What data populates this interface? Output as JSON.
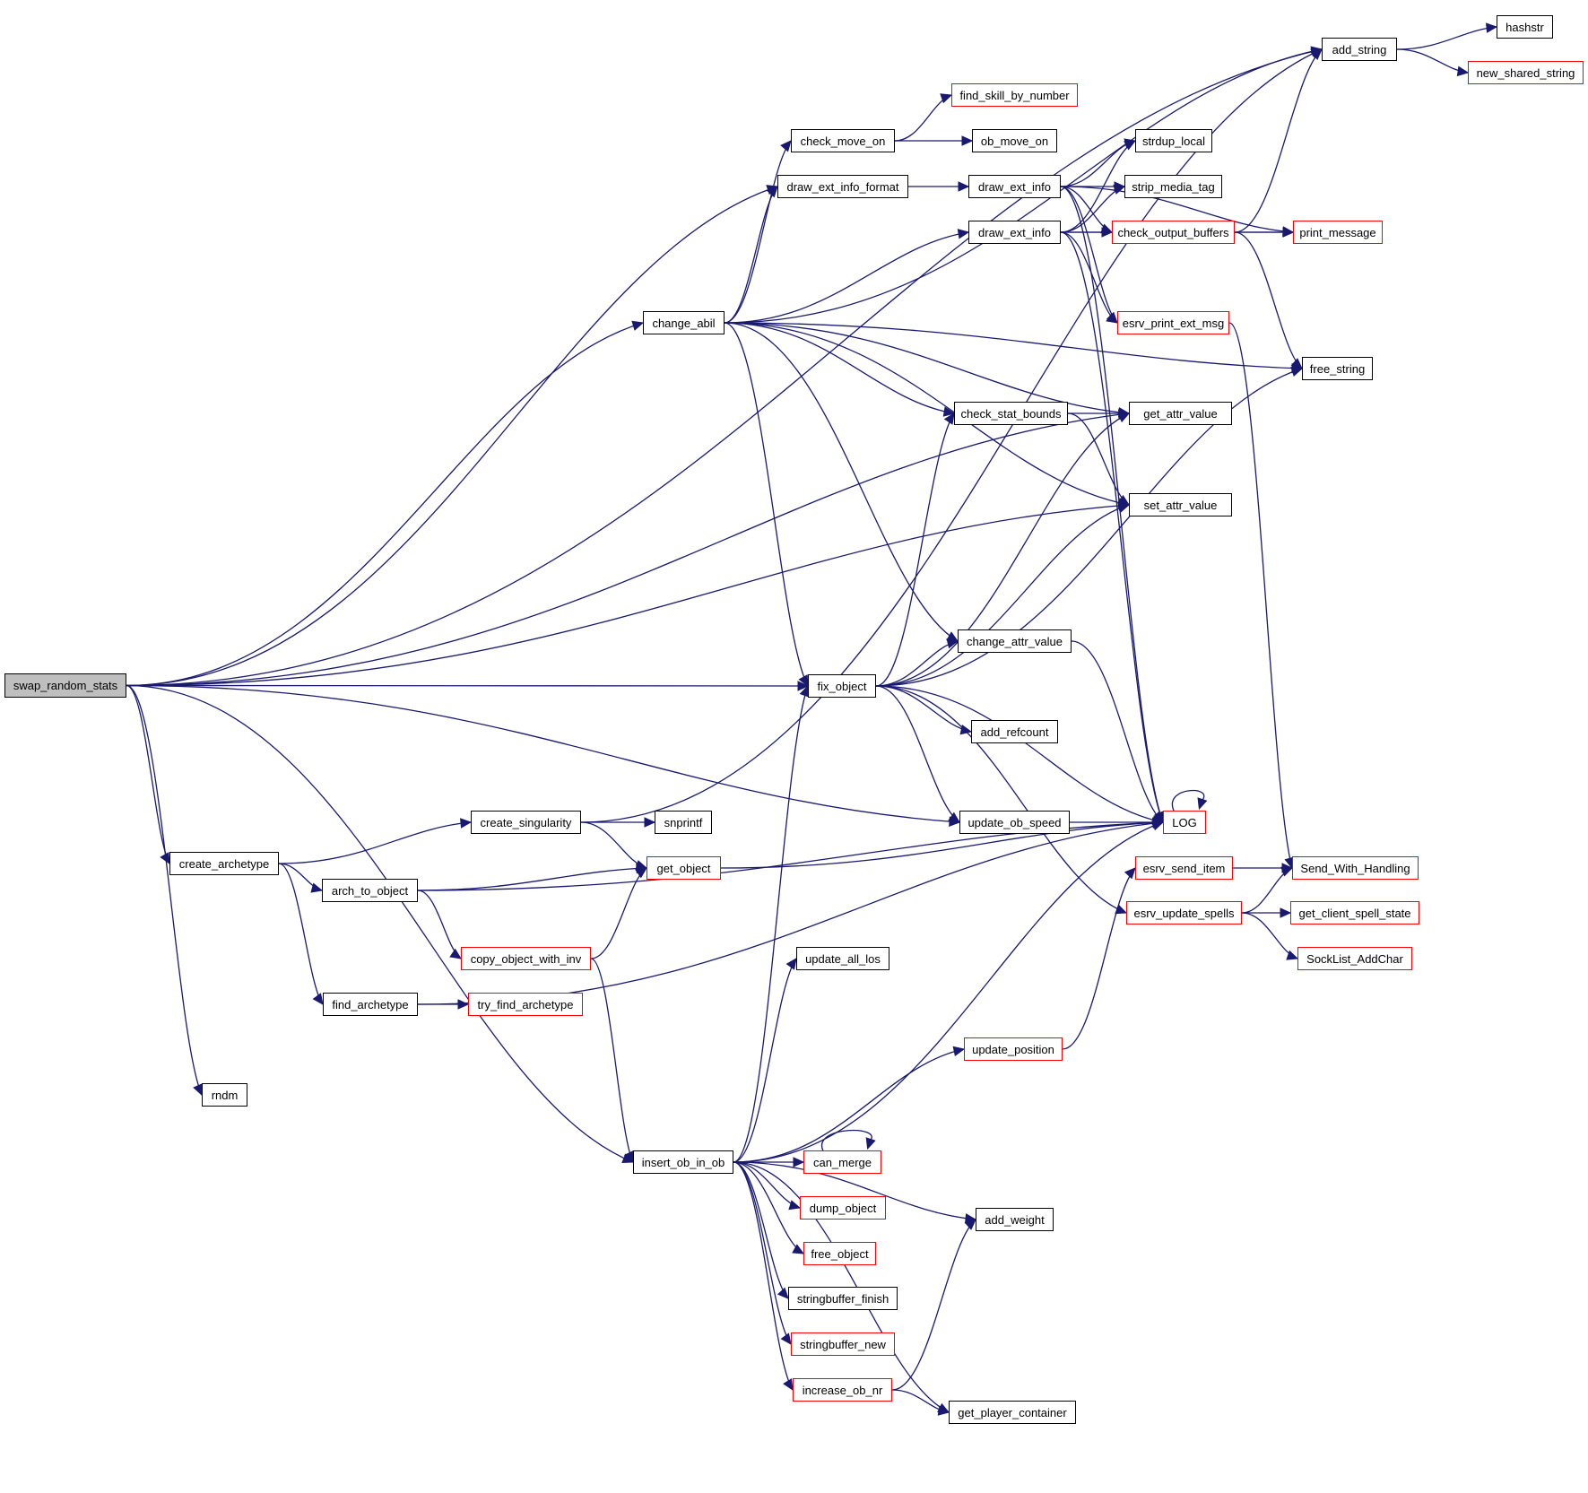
{
  "title": "swap_random_stats call graph",
  "colors": {
    "edge": "#191970",
    "node_border": "#000000",
    "node_border_incomplete": "#ff0000",
    "root_fill": "#bfbfbf",
    "background": "#ffffff"
  },
  "nodes": {
    "swap_random_stats": {
      "label": "swap_random_stats",
      "style": "root"
    },
    "add_string": {
      "label": "add_string",
      "style": "normal"
    },
    "hashstr": {
      "label": "hashstr",
      "style": "normal"
    },
    "new_shared_string": {
      "label": "new_shared_string",
      "style": "incomplete"
    },
    "find_skill_by_number": {
      "label": "find_skill_by_number",
      "style": "incomplete"
    },
    "check_move_on": {
      "label": "check_move_on",
      "style": "normal"
    },
    "ob_move_on": {
      "label": "ob_move_on",
      "style": "normal"
    },
    "strdup_local": {
      "label": "strdup_local",
      "style": "normal"
    },
    "draw_ext_info_format": {
      "label": "draw_ext_info_format",
      "style": "normal"
    },
    "draw_ext_info_1": {
      "label": "draw_ext_info",
      "style": "normal"
    },
    "strip_media_tag": {
      "label": "strip_media_tag",
      "style": "normal"
    },
    "draw_ext_info_2": {
      "label": "draw_ext_info",
      "style": "normal"
    },
    "check_output_buffers": {
      "label": "check_output_buffers",
      "style": "incomplete"
    },
    "print_message": {
      "label": "print_message",
      "style": "incomplete"
    },
    "change_abil": {
      "label": "change_abil",
      "style": "normal"
    },
    "esrv_print_ext_msg": {
      "label": "esrv_print_ext_msg",
      "style": "incomplete"
    },
    "free_string": {
      "label": "free_string",
      "style": "normal"
    },
    "check_stat_bounds": {
      "label": "check_stat_bounds",
      "style": "normal"
    },
    "get_attr_value": {
      "label": "get_attr_value",
      "style": "normal"
    },
    "set_attr_value": {
      "label": "set_attr_value",
      "style": "normal"
    },
    "change_attr_value": {
      "label": "change_attr_value",
      "style": "normal"
    },
    "fix_object": {
      "label": "fix_object",
      "style": "normal"
    },
    "add_refcount": {
      "label": "add_refcount",
      "style": "normal"
    },
    "create_singularity": {
      "label": "create_singularity",
      "style": "normal"
    },
    "snprintf": {
      "label": "snprintf",
      "style": "normal"
    },
    "update_ob_speed": {
      "label": "update_ob_speed",
      "style": "normal"
    },
    "LOG": {
      "label": "LOG",
      "style": "incomplete"
    },
    "create_archetype": {
      "label": "create_archetype",
      "style": "normal"
    },
    "get_object": {
      "label": "get_object",
      "style": "incomplete"
    },
    "esrv_send_item": {
      "label": "esrv_send_item",
      "style": "incomplete"
    },
    "Send_With_Handling": {
      "label": "Send_With_Handling",
      "style": "incomplete"
    },
    "arch_to_object": {
      "label": "arch_to_object",
      "style": "normal"
    },
    "esrv_update_spells": {
      "label": "esrv_update_spells",
      "style": "incomplete"
    },
    "get_client_spell_state": {
      "label": "get_client_spell_state",
      "style": "incomplete"
    },
    "copy_object_with_inv": {
      "label": "copy_object_with_inv",
      "style": "incomplete"
    },
    "update_all_los": {
      "label": "update_all_los",
      "style": "normal"
    },
    "SockList_AddChar": {
      "label": "SockList_AddChar",
      "style": "incomplete"
    },
    "find_archetype": {
      "label": "find_archetype",
      "style": "normal"
    },
    "try_find_archetype": {
      "label": "try_find_archetype",
      "style": "incomplete"
    },
    "update_position": {
      "label": "update_position",
      "style": "incomplete"
    },
    "rndm": {
      "label": "rndm",
      "style": "normal"
    },
    "insert_ob_in_ob": {
      "label": "insert_ob_in_ob",
      "style": "normal"
    },
    "can_merge": {
      "label": "can_merge",
      "style": "incomplete"
    },
    "dump_object": {
      "label": "dump_object",
      "style": "incomplete"
    },
    "add_weight": {
      "label": "add_weight",
      "style": "normal"
    },
    "free_object": {
      "label": "free_object",
      "style": "incomplete"
    },
    "stringbuffer_finish": {
      "label": "stringbuffer_finish",
      "style": "normal"
    },
    "stringbuffer_new": {
      "label": "stringbuffer_new",
      "style": "incomplete"
    },
    "increase_ob_nr": {
      "label": "increase_ob_nr",
      "style": "incomplete"
    },
    "get_player_container": {
      "label": "get_player_container",
      "style": "normal"
    }
  },
  "edges": [
    [
      "swap_random_stats",
      "add_string"
    ],
    [
      "swap_random_stats",
      "draw_ext_info_format"
    ],
    [
      "swap_random_stats",
      "change_abil"
    ],
    [
      "swap_random_stats",
      "get_attr_value"
    ],
    [
      "swap_random_stats",
      "set_attr_value"
    ],
    [
      "swap_random_stats",
      "fix_object"
    ],
    [
      "swap_random_stats",
      "update_ob_speed"
    ],
    [
      "swap_random_stats",
      "create_archetype"
    ],
    [
      "swap_random_stats",
      "insert_ob_in_ob"
    ],
    [
      "swap_random_stats",
      "rndm"
    ],
    [
      "add_string",
      "hashstr"
    ],
    [
      "add_string",
      "new_shared_string"
    ],
    [
      "check_move_on",
      "find_skill_by_number"
    ],
    [
      "check_move_on",
      "ob_move_on"
    ],
    [
      "draw_ext_info_format",
      "draw_ext_info_1"
    ],
    [
      "draw_ext_info_1",
      "strdup_local"
    ],
    [
      "draw_ext_info_1",
      "strip_media_tag"
    ],
    [
      "draw_ext_info_1",
      "check_output_buffers"
    ],
    [
      "draw_ext_info_1",
      "print_message"
    ],
    [
      "draw_ext_info_1",
      "esrv_print_ext_msg"
    ],
    [
      "draw_ext_info_1",
      "LOG"
    ],
    [
      "draw_ext_info_2",
      "strdup_local"
    ],
    [
      "draw_ext_info_2",
      "strip_media_tag"
    ],
    [
      "draw_ext_info_2",
      "check_output_buffers"
    ],
    [
      "draw_ext_info_2",
      "print_message"
    ],
    [
      "draw_ext_info_2",
      "esrv_print_ext_msg"
    ],
    [
      "draw_ext_info_2",
      "LOG"
    ],
    [
      "check_output_buffers",
      "add_string"
    ],
    [
      "check_output_buffers",
      "print_message"
    ],
    [
      "check_output_buffers",
      "free_string"
    ],
    [
      "esrv_print_ext_msg",
      "Send_With_Handling"
    ],
    [
      "change_abil",
      "add_string"
    ],
    [
      "change_abil",
      "check_move_on"
    ],
    [
      "change_abil",
      "draw_ext_info_format"
    ],
    [
      "change_abil",
      "draw_ext_info_2"
    ],
    [
      "change_abil",
      "free_string"
    ],
    [
      "change_abil",
      "get_attr_value"
    ],
    [
      "change_abil",
      "check_stat_bounds"
    ],
    [
      "change_abil",
      "set_attr_value"
    ],
    [
      "change_abil",
      "change_attr_value"
    ],
    [
      "change_abil",
      "fix_object"
    ],
    [
      "check_stat_bounds",
      "get_attr_value"
    ],
    [
      "check_stat_bounds",
      "set_attr_value"
    ],
    [
      "change_attr_value",
      "LOG"
    ],
    [
      "fix_object",
      "check_stat_bounds"
    ],
    [
      "fix_object",
      "get_attr_value"
    ],
    [
      "fix_object",
      "set_attr_value"
    ],
    [
      "fix_object",
      "change_attr_value"
    ],
    [
      "fix_object",
      "free_string"
    ],
    [
      "fix_object",
      "add_refcount"
    ],
    [
      "fix_object",
      "update_ob_speed"
    ],
    [
      "fix_object",
      "LOG"
    ],
    [
      "fix_object",
      "esrv_update_spells"
    ],
    [
      "update_ob_speed",
      "LOG"
    ],
    [
      "LOG",
      "LOG"
    ],
    [
      "create_singularity",
      "add_string"
    ],
    [
      "create_singularity",
      "snprintf"
    ],
    [
      "create_singularity",
      "get_object"
    ],
    [
      "create_archetype",
      "create_singularity"
    ],
    [
      "create_archetype",
      "arch_to_object"
    ],
    [
      "create_archetype",
      "find_archetype"
    ],
    [
      "arch_to_object",
      "get_object"
    ],
    [
      "arch_to_object",
      "LOG"
    ],
    [
      "arch_to_object",
      "copy_object_with_inv"
    ],
    [
      "get_object",
      "LOG"
    ],
    [
      "copy_object_with_inv",
      "get_object"
    ],
    [
      "copy_object_with_inv",
      "insert_ob_in_ob"
    ],
    [
      "find_archetype",
      "try_find_archetype"
    ],
    [
      "find_archetype",
      "LOG"
    ],
    [
      "esrv_send_item",
      "Send_With_Handling"
    ],
    [
      "esrv_update_spells",
      "Send_With_Handling"
    ],
    [
      "esrv_update_spells",
      "get_client_spell_state"
    ],
    [
      "esrv_update_spells",
      "SockList_AddChar"
    ],
    [
      "update_position",
      "esrv_send_item"
    ],
    [
      "insert_ob_in_ob",
      "fix_object"
    ],
    [
      "insert_ob_in_ob",
      "update_all_los"
    ],
    [
      "insert_ob_in_ob",
      "LOG"
    ],
    [
      "insert_ob_in_ob",
      "update_position"
    ],
    [
      "insert_ob_in_ob",
      "add_weight"
    ],
    [
      "insert_ob_in_ob",
      "can_merge"
    ],
    [
      "insert_ob_in_ob",
      "dump_object"
    ],
    [
      "insert_ob_in_ob",
      "free_object"
    ],
    [
      "insert_ob_in_ob",
      "stringbuffer_finish"
    ],
    [
      "insert_ob_in_ob",
      "stringbuffer_new"
    ],
    [
      "insert_ob_in_ob",
      "increase_ob_nr"
    ],
    [
      "insert_ob_in_ob",
      "get_player_container"
    ],
    [
      "can_merge",
      "can_merge"
    ],
    [
      "increase_ob_nr",
      "add_weight"
    ],
    [
      "increase_ob_nr",
      "get_player_container"
    ]
  ]
}
